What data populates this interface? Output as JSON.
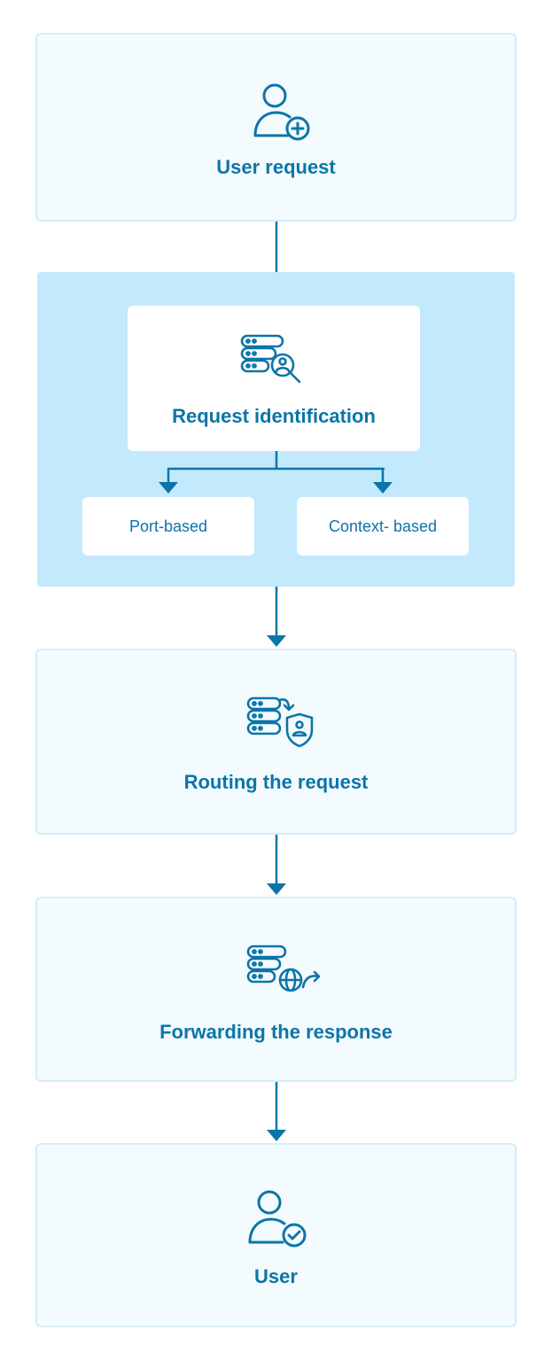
{
  "steps": {
    "user_request": {
      "label": "User request",
      "icon": "user-add-icon"
    },
    "request_identification": {
      "label": "Request identification",
      "icon": "server-search-user-icon",
      "branches": [
        {
          "label": "Port-based"
        },
        {
          "label": "Context- based"
        }
      ]
    },
    "routing": {
      "label": "Routing the request",
      "icon": "server-shield-user-icon"
    },
    "forwarding": {
      "label": "Forwarding the response",
      "icon": "server-globe-forward-icon"
    },
    "user": {
      "label": "User",
      "icon": "user-check-icon"
    }
  },
  "colors": {
    "accent": "#0b75a8",
    "card_bg": "#f4fbfe",
    "card_border": "#d4eef9",
    "group_bg": "#c3e9fc"
  }
}
